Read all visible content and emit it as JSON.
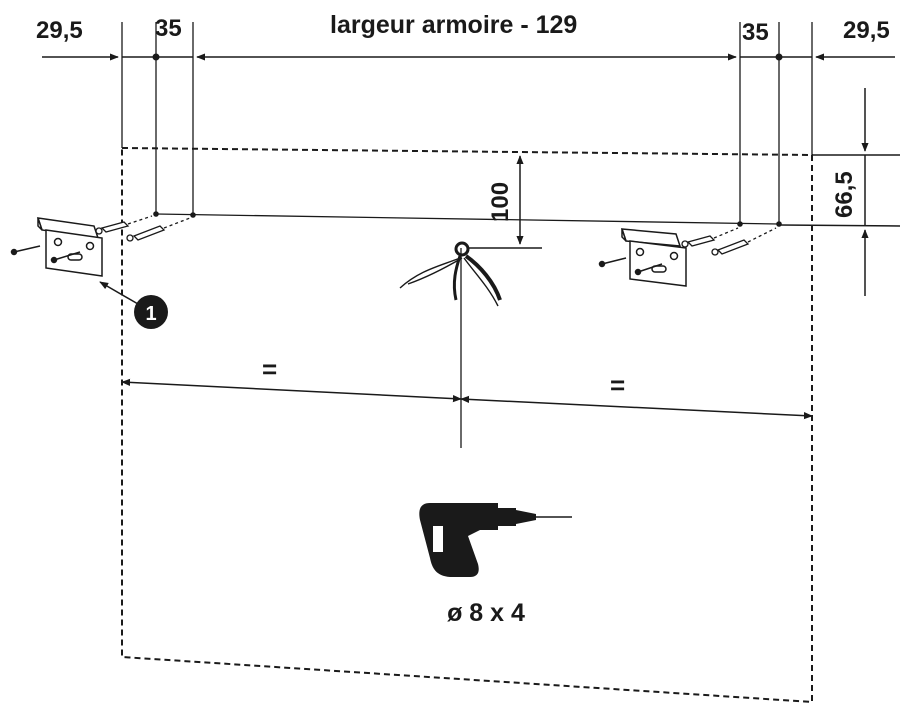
{
  "dimensions": {
    "left_margin": "29,5",
    "left_spacing": "35",
    "cabinet_width": "largeur armoire - 129",
    "right_spacing": "35",
    "right_margin": "29,5",
    "cable_height": "100",
    "top_offset": "66,5",
    "equal_left": "=",
    "equal_right": "="
  },
  "callout": {
    "number": "1"
  },
  "drill": {
    "spec": "ø 8 x 4"
  },
  "colors": {
    "ink": "#1a1a1a",
    "background": "#ffffff"
  }
}
